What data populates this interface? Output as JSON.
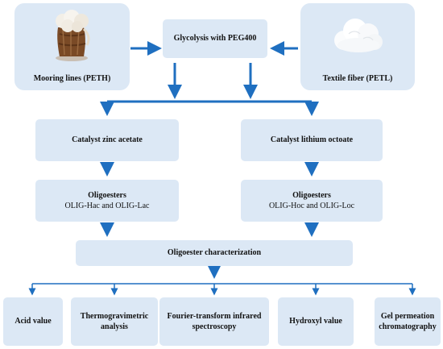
{
  "boxes": {
    "mooring": {
      "label": "Mooring lines (PETH)"
    },
    "glycolysis": {
      "label": "Glycolysis with PEG400"
    },
    "textile": {
      "label": "Textile fiber (PETL)"
    },
    "catalyst_zinc": {
      "label": "Catalyst zinc acetate"
    },
    "catalyst_lithium": {
      "label": "Catalyst lithium octoate"
    },
    "oligo_left": {
      "title": "Oligoesters",
      "subtitle": "OLIG-Hac and OLIG-Lac"
    },
    "oligo_right": {
      "title": "Oligoesters",
      "subtitle": "OLIG-Hoc and OLIG-Loc"
    },
    "characterization": {
      "label": "Oligoester characterization"
    }
  },
  "methods": [
    {
      "label": "Acid value"
    },
    {
      "label": "Thermogravimetric analysis"
    },
    {
      "label": "Fourier-transform infrared spectroscopy"
    },
    {
      "label": "Hydroxyl value"
    },
    {
      "label": "Gel permeation chromatography"
    }
  ],
  "colors": {
    "box_fill": "#dce8f5",
    "arrow": "#1f6fc0"
  }
}
